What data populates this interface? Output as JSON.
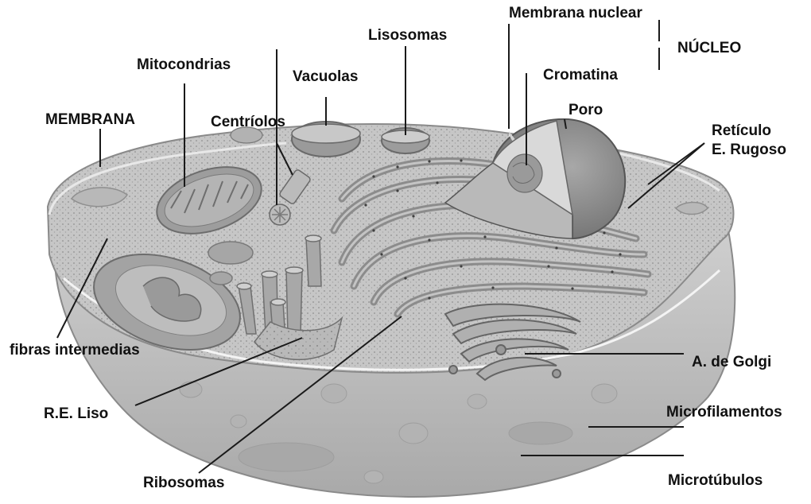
{
  "diagram": {
    "labels": {
      "membrana_nuclear": "Membrana nuclear",
      "nucleo": "NÚCLEO",
      "lisosomas": "Lisosomas",
      "mitocondrias": "Mitocondrias",
      "vacuolas": "Vacuolas",
      "cromatina": "Cromatina",
      "poro": "Poro",
      "membrana": "MEMBRANA",
      "centriolos": "Centríolos",
      "reticulo_line1": "Retículo",
      "reticulo_line2": "E. Rugoso",
      "fibras_intermedias": "fibras intermedias",
      "golgi": "A. de Golgi",
      "re_liso": "R.E. Liso",
      "microfilamentos": "Microfilamentos",
      "ribosomas": "Ribosomas",
      "microtubulos": "Microtúbulos"
    },
    "colors": {
      "cytoplasm": "#c9c9c9",
      "membrane": "#9a9a9a",
      "organelle": "#a8a8a8",
      "organelle_dark": "#7a7a7a",
      "nucleus": "#8d8d8d",
      "leader_line": "#222222"
    }
  }
}
